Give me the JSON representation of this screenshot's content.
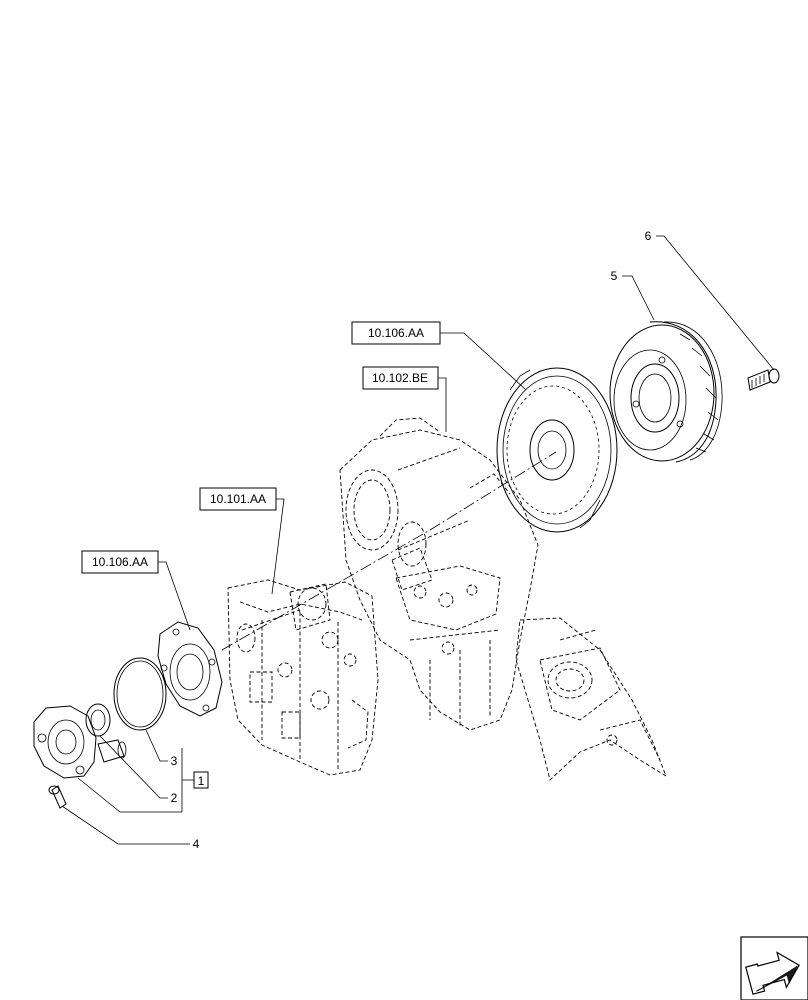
{
  "references": [
    {
      "id": "ref-10-106-aa-top",
      "label": "10.106.AA"
    },
    {
      "id": "ref-10-102-be",
      "label": "10.102.BE"
    },
    {
      "id": "ref-10-101-aa",
      "label": "10.101.AA"
    },
    {
      "id": "ref-10-106-aa-left",
      "label": "10.106.AA"
    }
  ],
  "callouts": {
    "item_1": "1",
    "item_2": "2",
    "item_3": "3",
    "item_4": "4",
    "item_5": "5",
    "item_6": "6"
  },
  "nav_icon": "next-page-arrow-icon"
}
